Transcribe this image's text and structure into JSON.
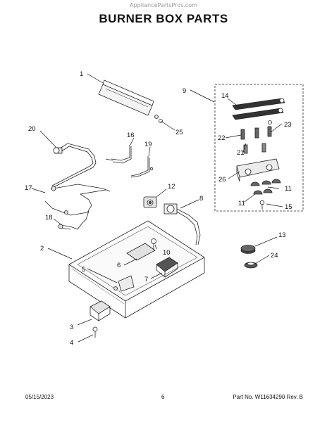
{
  "watermark": "AppliancePartsPros.com",
  "title": "BURNER BOX PARTS",
  "callouts": [
    "1",
    "2",
    "3",
    "4",
    "5",
    "6",
    "7",
    "8",
    "9",
    "10",
    "11",
    "11",
    "12",
    "13",
    "14",
    "15",
    "16",
    "17",
    "18",
    "19",
    "20",
    "21",
    "22",
    "23",
    "24",
    "25",
    "26"
  ],
  "footer": {
    "date": "05/15/2023",
    "page": "6",
    "part_revision": "Part No. W11634290  Rev. B"
  }
}
